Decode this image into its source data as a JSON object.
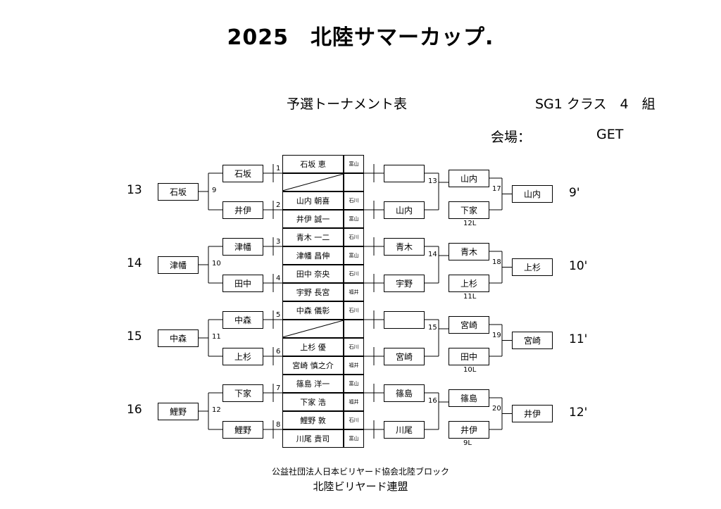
{
  "title": "2025　北陸サマーカップ.",
  "header": {
    "subtitle": "予選トーナメント表",
    "class_label": "SG1 クラス　4　組",
    "venue_label": "会場：",
    "venue": "GET"
  },
  "seeds_left": [
    "13",
    "14",
    "15",
    "16"
  ],
  "seeds_right": [
    "9'",
    "10'",
    "11'",
    "12'"
  ],
  "left_groups": [
    {
      "final": "石坂",
      "match": "9",
      "upper": "石坂",
      "upper_no": "1",
      "lower": "井伊",
      "lower_no": "2"
    },
    {
      "final": "津幡",
      "match": "10",
      "upper": "津幡",
      "upper_no": "3",
      "lower": "田中",
      "lower_no": "4"
    },
    {
      "final": "中森",
      "match": "11",
      "upper": "中森",
      "upper_no": "5",
      "lower": "上杉",
      "lower_no": "6"
    },
    {
      "final": "鯉野",
      "match": "12",
      "upper": "下家",
      "upper_no": "7",
      "lower": "鯉野",
      "lower_no": "8"
    }
  ],
  "players": [
    {
      "name": "石坂 恵",
      "pref": "富山"
    },
    {
      "name": "",
      "pref": ""
    },
    {
      "name": "山内 朝喜",
      "pref": "石川"
    },
    {
      "name": "井伊 誠一",
      "pref": "富山"
    },
    {
      "name": "青木 一二",
      "pref": "石川"
    },
    {
      "name": "津幡 昌伸",
      "pref": "富山"
    },
    {
      "name": "田中 奈央",
      "pref": "石川"
    },
    {
      "name": "宇野 長宮",
      "pref": "福井"
    },
    {
      "name": "中森 儀彰",
      "pref": "石川"
    },
    {
      "name": "",
      "pref": ""
    },
    {
      "name": "上杉 優",
      "pref": "石川"
    },
    {
      "name": "宮崎 慎之介",
      "pref": "福井"
    },
    {
      "name": "篠島 洋一",
      "pref": "富山"
    },
    {
      "name": "下家 浩",
      "pref": "福井"
    },
    {
      "name": "鯉野 敦",
      "pref": "石川"
    },
    {
      "name": "川尾 貴司",
      "pref": "富山"
    }
  ],
  "right_groups": [
    {
      "r1_upper": "",
      "r1_lower": "山内",
      "match": "13",
      "r2_upper": "山内",
      "r2_lower": "下家",
      "final_match": "17",
      "final": "山内",
      "loser_note": "12L"
    },
    {
      "r1_upper": "青木",
      "r1_lower": "宇野",
      "match": "14",
      "r2_upper": "青木",
      "r2_lower": "上杉",
      "final_match": "18",
      "final": "上杉",
      "loser_note": "11L"
    },
    {
      "r1_upper": "",
      "r1_lower": "宮崎",
      "match": "15",
      "r2_upper": "宮崎",
      "r2_lower": "田中",
      "final_match": "19",
      "final": "宮崎",
      "loser_note": "10L"
    },
    {
      "r1_upper": "篠島",
      "r1_lower": "川尾",
      "match": "16",
      "r2_upper": "篠島",
      "r2_lower": "井伊",
      "final_match": "20",
      "final": "井伊",
      "loser_note": "9L"
    }
  ],
  "footer": {
    "org": "公益社団法人日本ビリヤード協会北陸ブロック",
    "league": "北陸ビリヤード連盟"
  }
}
